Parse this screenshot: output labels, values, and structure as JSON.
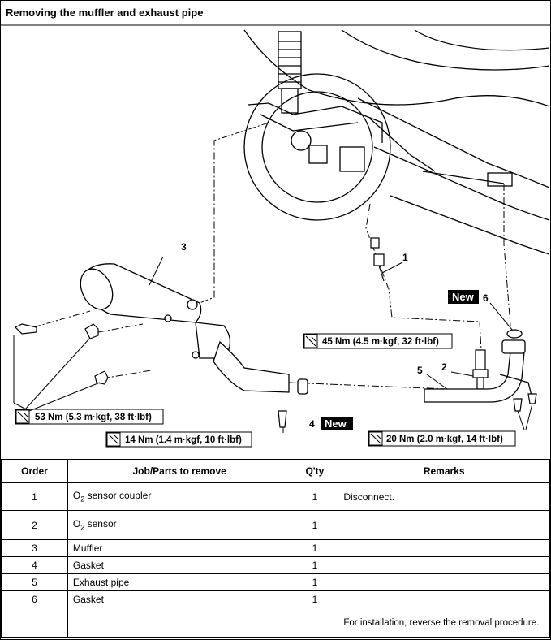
{
  "title": "Removing the muffler and exhaust pipe",
  "callouts": {
    "n1": "1",
    "n2": "2",
    "n3": "3",
    "n4": "4",
    "n5": "5",
    "n6": "6",
    "new": "New"
  },
  "torques": {
    "t45": "45 Nm (4.5 m·kgf, 32 ft·lbf)",
    "t53": "53 Nm (5.3 m·kgf, 38 ft·lbf)",
    "t14": "14 Nm (1.4 m·kgf, 10 ft·lbf)",
    "t20": "20 Nm (2.0 m·kgf, 14 ft·lbf)"
  },
  "table": {
    "headers": {
      "order": "Order",
      "job": "Job/Parts to remove",
      "qty": "Q'ty",
      "remarks": "Remarks"
    },
    "rows": [
      {
        "order": "1",
        "job_prefix": "O",
        "job_sub": "2",
        "job_suffix": " sensor coupler",
        "qty": "1",
        "remarks": "Disconnect."
      },
      {
        "order": "2",
        "job_prefix": "O",
        "job_sub": "2",
        "job_suffix": " sensor",
        "qty": "1",
        "remarks": ""
      },
      {
        "order": "3",
        "job": "Muffler",
        "qty": "1",
        "remarks": ""
      },
      {
        "order": "4",
        "job": "Gasket",
        "qty": "1",
        "remarks": ""
      },
      {
        "order": "5",
        "job": "Exhaust pipe",
        "qty": "1",
        "remarks": ""
      },
      {
        "order": "6",
        "job": "Gasket",
        "qty": "1",
        "remarks": ""
      }
    ],
    "footer_remark": "For installation, reverse the removal procedure."
  }
}
